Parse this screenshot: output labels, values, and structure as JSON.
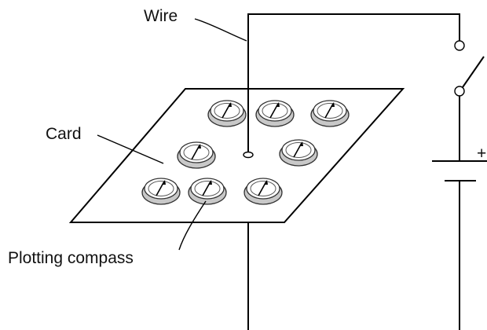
{
  "labels": {
    "wire": "Wire",
    "card": "Card",
    "compass": "Plotting compass",
    "battery_plus": "+"
  },
  "compasses": [
    {
      "id": "top-left"
    },
    {
      "id": "top-middle"
    },
    {
      "id": "top-right"
    },
    {
      "id": "middle-left"
    },
    {
      "id": "middle-right"
    },
    {
      "id": "bottom-left"
    },
    {
      "id": "bottom-middle"
    },
    {
      "id": "bottom-right"
    }
  ],
  "colors": {
    "line": "#000000",
    "compass_shadow": "#c8c8c8",
    "compass_face": "#ffffff"
  }
}
